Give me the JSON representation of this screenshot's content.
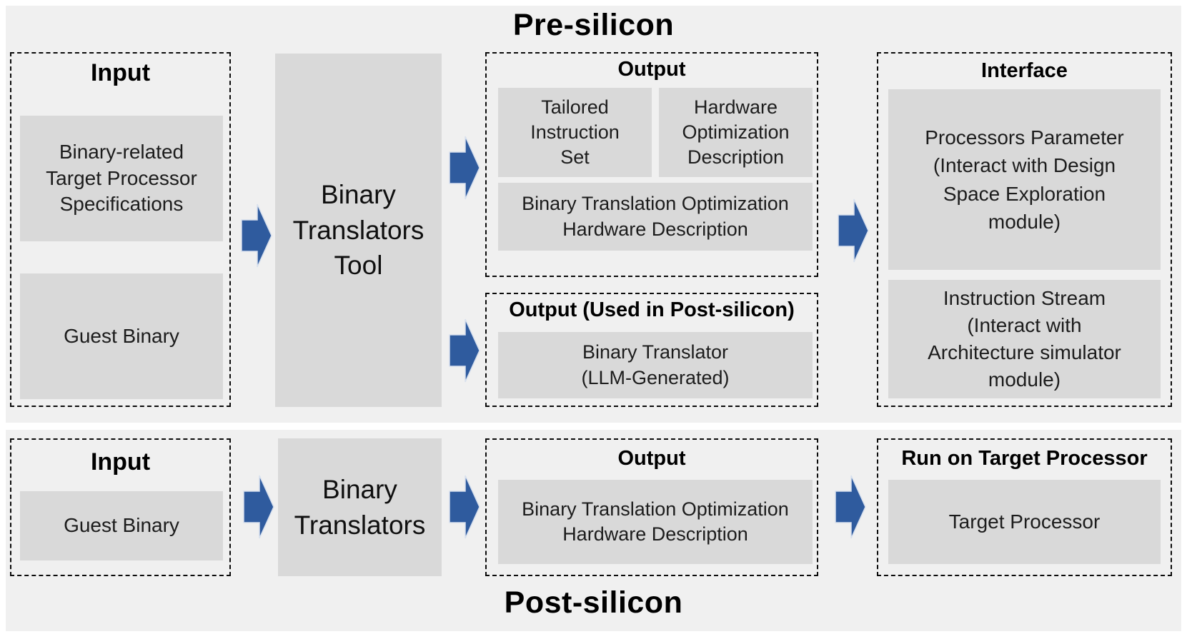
{
  "colors": {
    "panel_background": "#f0f0f0",
    "box_fill": "#d9d9d9",
    "arrow_fill": "#2f5b9e",
    "arrow_border": "#d7e0ee",
    "dashed_border": "#0b0b0b",
    "text": "#1c1c1c"
  },
  "pre": {
    "title": "Pre-silicon",
    "input": {
      "title": "Input",
      "spec_box": "Binary-related\nTarget Processor\nSpecifications",
      "guest_box": "Guest Binary"
    },
    "tool": {
      "label": "Binary\nTranslators\nTool"
    },
    "output1": {
      "title": "Output",
      "tailored_box": "Tailored\nInstruction\nSet",
      "hw_opt_box": "Hardware\nOptimization\nDescription",
      "bt_opt_box": "Binary Translation Optimization\nHardware Description"
    },
    "output2": {
      "title": "Output (Used in Post-silicon)",
      "llm_box": "Binary Translator\n(LLM-Generated)"
    },
    "interface": {
      "title": "Interface",
      "processors_box": "Processors Parameter\n(Interact with Design\nSpace Exploration\nmodule)",
      "instruction_box": "Instruction Stream\n(Interact with\nArchitecture simulator\nmodule)"
    }
  },
  "post": {
    "title": "Post-silicon",
    "input": {
      "title": "Input",
      "guest_box": "Guest Binary"
    },
    "tool": {
      "label": "Binary\nTranslators"
    },
    "output": {
      "title": "Output",
      "bt_opt_box": "Binary Translation Optimization\nHardware Description"
    },
    "run": {
      "title": "Run on Target Processor",
      "target_box": "Target Processor"
    }
  }
}
